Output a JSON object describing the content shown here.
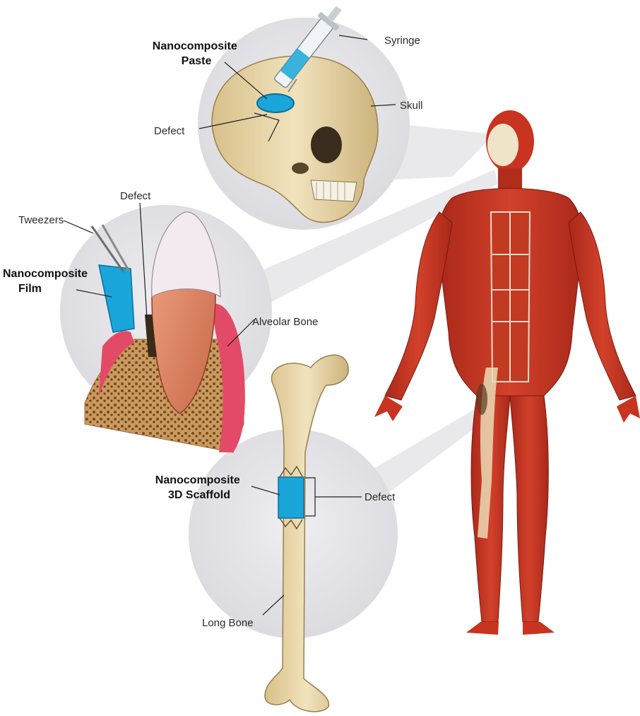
{
  "labels": {
    "nanocomposite_paste": [
      "Nanocomposite",
      "Paste"
    ],
    "syringe": "Syringe",
    "skull": "Skull",
    "defect_skull": "Defect",
    "defect_tooth": "Defect",
    "tweezers": "Tweezers",
    "nanocomposite_film": [
      "Nanocomposite",
      "Film"
    ],
    "alveolar_bone": "Alveolar Bone",
    "nanocomposite_scaffold": [
      "Nanocomposite",
      "3D Scaffold"
    ],
    "defect_bone": "Defect",
    "long_bone": "Long Bone"
  },
  "colors": {
    "muscle": "#c8341f",
    "bone": "#e9d7a8",
    "implant_blue": "#1aa6d9",
    "gum": "#e34a68",
    "inset_bg": "#e6e6ea"
  }
}
